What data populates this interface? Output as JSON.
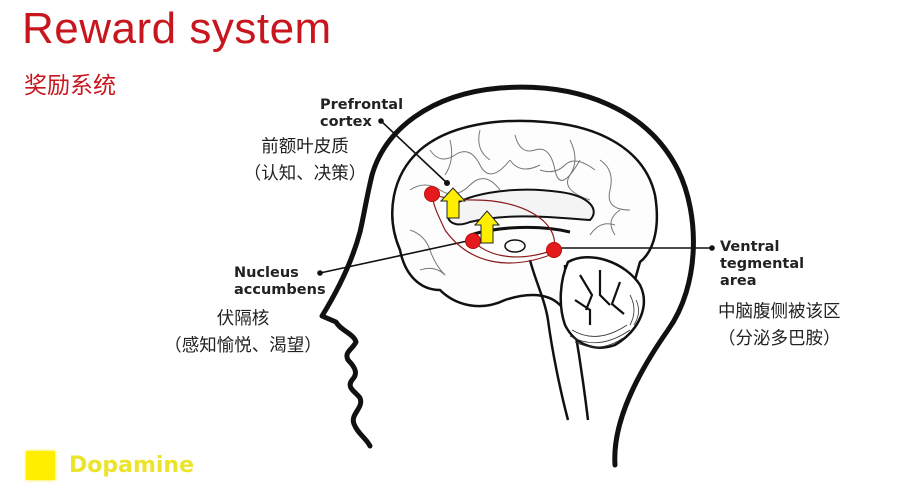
{
  "title": "Reward system",
  "subtitle": "奖励系统",
  "colors": {
    "title": "#c8161e",
    "region_marker": "#e41a1c",
    "dopamine_arrow": "#ffee00",
    "pathway": "#8b1a1a"
  },
  "regions": [
    {
      "id": "prefrontal-cortex",
      "label_en_line1": "Prefrontal",
      "label_en_line2": "cortex",
      "label_cn": "前额叶皮质",
      "function_cn": "（认知、决策）"
    },
    {
      "id": "nucleus-accumbens",
      "label_en_line1": "Nucleus",
      "label_en_line2": "accumbens",
      "label_cn": "伏隔核",
      "function_cn": "（感知愉悦、渴望）"
    },
    {
      "id": "ventral-tegmental-area",
      "label_en_line1": "Ventral",
      "label_en_line2": "tegmental",
      "label_en_line3": "area",
      "label_cn": "中脑腹侧被该区",
      "function_cn": "（分泌多巴胺）"
    }
  ],
  "legend": {
    "items": [
      {
        "label": "Dopamine",
        "color": "#ffee00",
        "icon": "yellow-square"
      }
    ]
  }
}
